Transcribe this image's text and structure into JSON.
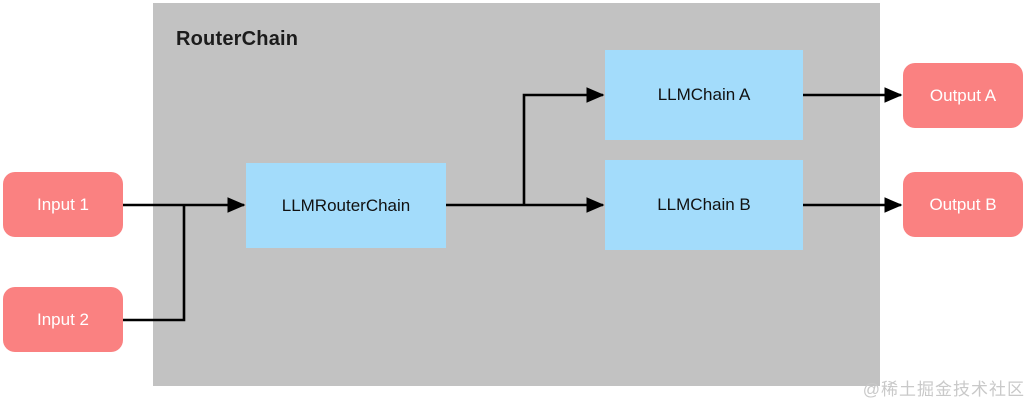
{
  "diagram": {
    "title": "RouterChain",
    "panel_color": "#c2c2c2",
    "io_node_color": "#fa8181",
    "chain_node_color": "#a3dcfb",
    "connector_color": "#000000",
    "nodes": {
      "input_1": "Input 1",
      "input_2": "Input 2",
      "llm_router_chain": "LLMRouterChain",
      "llm_chain_a": "LLMChain A",
      "llm_chain_b": "LLMChain B",
      "output_a": "Output A",
      "output_b": "Output B"
    }
  },
  "watermark": {
    "text": "@稀土掘金技术社区"
  }
}
